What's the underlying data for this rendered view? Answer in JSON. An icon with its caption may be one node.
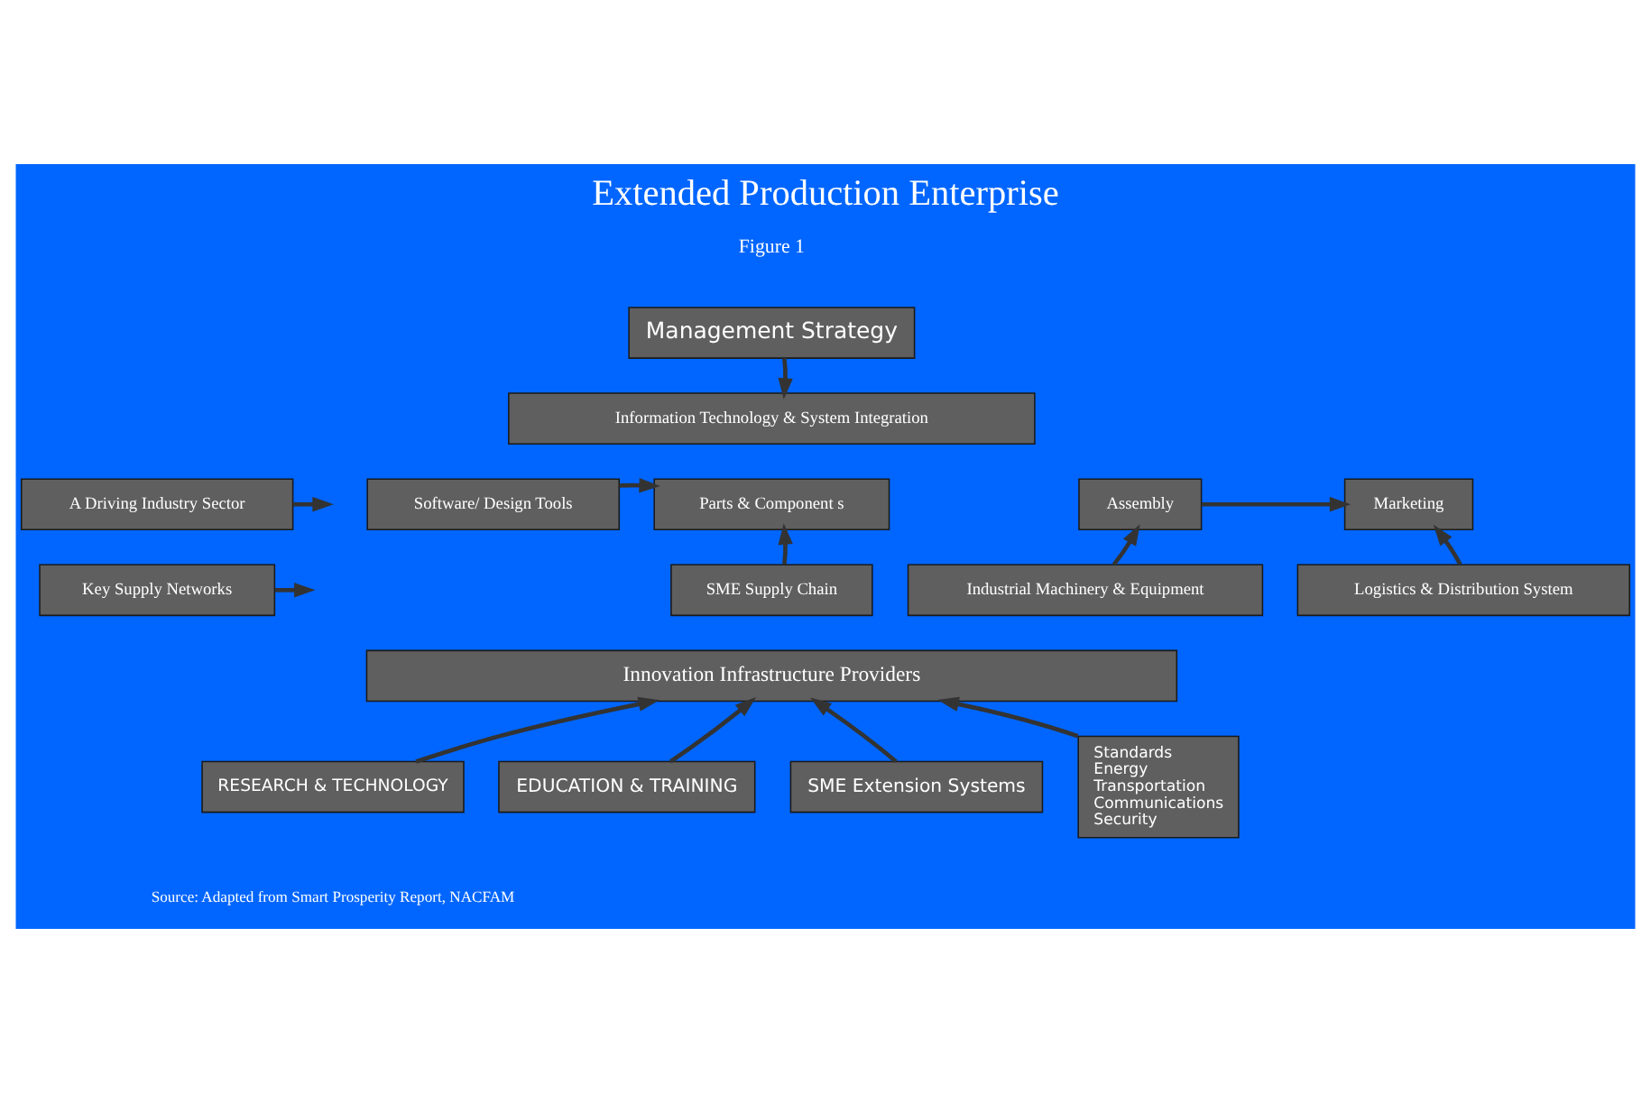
{
  "diagram": {
    "title": "Extended Production Enterprise",
    "caption": "Source: Adapted from Smart Prosperity Report, NACFAM",
    "nodes": [
      {
        "text": [
          "Management Strategy"
        ]
      },
      {
        "text": [
          "Information Technology & System Integration"
        ]
      },
      {
        "text": [
          "A Driving Industry Sector"
        ]
      },
      {
        "text": [
          "Key Supply Networks"
        ]
      },
      {
        "text": [
          "Software/ Design Tools"
        ]
      },
      {
        "text": [
          "Parts & Component s"
        ]
      },
      {
        "text": [
          "Assembly"
        ]
      },
      {
        "text": [
          "Marketing"
        ]
      },
      {
        "text": [
          "SME Supply Chain"
        ]
      },
      {
        "text": [
          "Industrial Machinery & Equipment"
        ]
      },
      {
        "text": [
          "Logistics & Distribution System"
        ]
      },
      {
        "text": [
          "Innovation Infrastructure Providers"
        ]
      },
      {
        "text": [
          "RESEARCH & TECHNOLOGY"
        ]
      },
      {
        "text": [
          "EDUCATION & TRAINING"
        ]
      },
      {
        "text": [
          "SME Extension Systems"
        ]
      },
      {
        "text": [
          "Standards",
          "Energy",
          "Transportation",
          "Communications",
          "Security"
        ]
      }
    ],
    "edges": [
      {
        "from": 0,
        "to": 1,
        "arrow": "to"
      },
      {
        "from": 2,
        "to": null,
        "arrow": "to"
      },
      {
        "from": 3,
        "to": null,
        "arrow": "to"
      },
      {
        "from": 4,
        "to": 5,
        "arrow": "to"
      },
      {
        "from": 6,
        "to": 7,
        "arrow": "to"
      },
      {
        "from": 8,
        "to": 5,
        "arrow": "to"
      },
      {
        "from": 9,
        "to": 6,
        "arrow": "to"
      },
      {
        "from": 10,
        "to": 7,
        "arrow": "to"
      },
      {
        "from": 12,
        "to": 11,
        "arrow": "to"
      },
      {
        "from": 13,
        "to": 11,
        "arrow": "to"
      },
      {
        "from": 14,
        "to": 11,
        "arrow": "to"
      },
      {
        "from": 15,
        "to": 11,
        "arrow": "to"
      }
    ],
    "labels": [
      "Figure 1"
    ]
  }
}
